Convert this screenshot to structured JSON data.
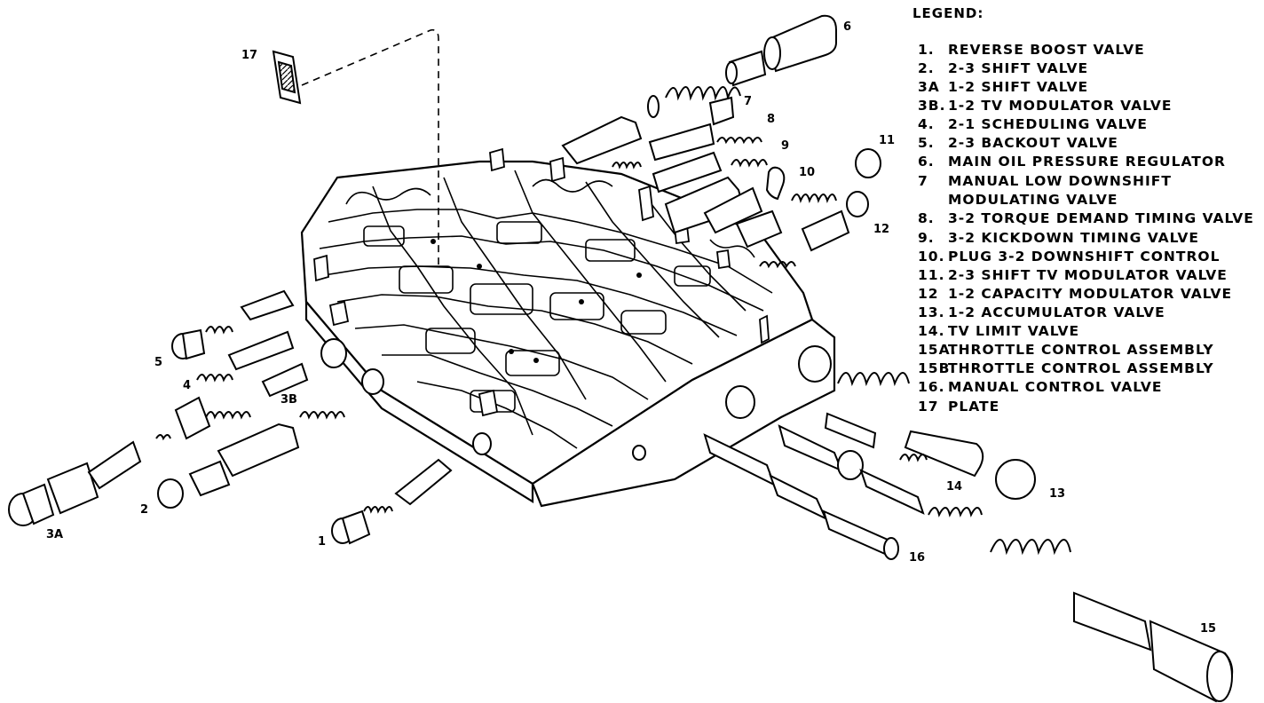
{
  "legend": {
    "title": "LEGEND:",
    "items": [
      {
        "num": "1.",
        "text": "REVERSE BOOST VALVE"
      },
      {
        "num": "2.",
        "text": "2-3 SHIFT VALVE"
      },
      {
        "num": "3A",
        "text": "1-2 SHIFT VALVE"
      },
      {
        "num": "3B.",
        "text": "1-2 TV MODULATOR VALVE"
      },
      {
        "num": "4.",
        "text": "2-1 SCHEDULING VALVE"
      },
      {
        "num": "5.",
        "text": "2-3 BACKOUT VALVE"
      },
      {
        "num": "6.",
        "text": "MAIN OIL PRESSURE REGULATOR"
      },
      {
        "num": "7",
        "text": "MANUAL LOW DOWNSHIFT"
      },
      {
        "num": "",
        "text": "MODULATING VALVE"
      },
      {
        "num": "8.",
        "text": "3-2 TORQUE DEMAND TIMING VALVE"
      },
      {
        "num": "9.",
        "text": "3-2 KICKDOWN TIMING VALVE"
      },
      {
        "num": "10.",
        "text": "PLUG 3-2 DOWNSHIFT CONTROL"
      },
      {
        "num": "11.",
        "text": "2-3 SHIFT TV MODULATOR VALVE"
      },
      {
        "num": "12",
        "text": "1-2 CAPACITY MODULATOR VALVE"
      },
      {
        "num": "13.",
        "text": "1-2 ACCUMULATOR VALVE"
      },
      {
        "num": "14.",
        "text": "TV LIMIT VALVE"
      },
      {
        "num": "15A.",
        "text": "THROTTLE CONTROL ASSEMBLY"
      },
      {
        "num": "15B.",
        "text": "THROTTLE CONTROL ASSEMBLY"
      },
      {
        "num": "16.",
        "text": "MANUAL CONTROL VALVE"
      },
      {
        "num": "17",
        "text": "PLATE"
      }
    ]
  },
  "callouts": {
    "c1": "1",
    "c2": "2",
    "c3a": "3A",
    "c3b": "3B",
    "c4": "4",
    "c5": "5",
    "c6": "6",
    "c7": "7",
    "c8": "8",
    "c9": "9",
    "c10": "10",
    "c11": "11",
    "c12": "12",
    "c13": "13",
    "c14": "14",
    "c15": "15",
    "c16": "16",
    "c17": "17"
  }
}
